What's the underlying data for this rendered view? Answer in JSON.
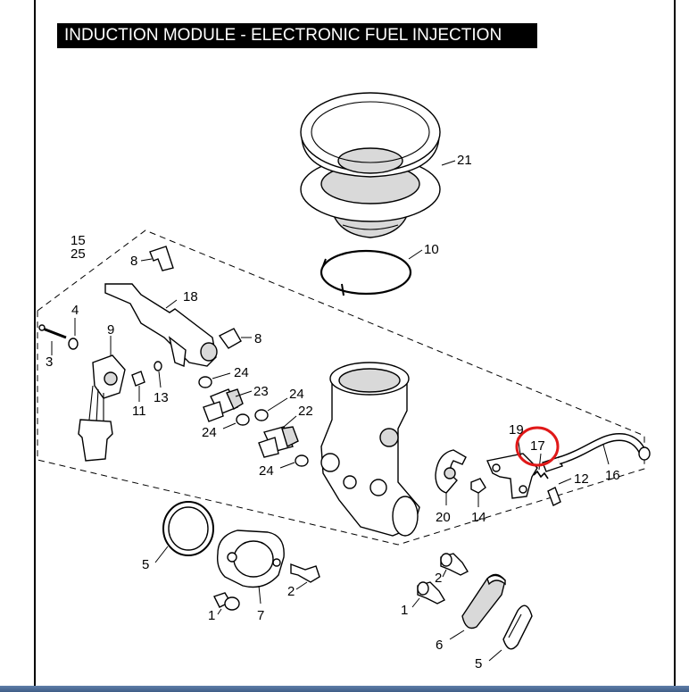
{
  "title": "INDUCTION MODULE - ELECTRONIC FUEL INJECTION",
  "callouts": {
    "c21": "21",
    "c10": "10",
    "c15": "15",
    "c25": "25",
    "c8a": "8",
    "c8b": "8",
    "c18": "18",
    "c4": "4",
    "c3": "3",
    "c9": "9",
    "c24a": "24",
    "c24b": "24",
    "c24c": "24",
    "c24d": "24",
    "c23": "23",
    "c22": "22",
    "c11": "11",
    "c13": "13",
    "c19": "19",
    "c17": "17",
    "c12": "12",
    "c16": "16",
    "c20": "20",
    "c14": "14",
    "c5a": "5",
    "c5b": "5",
    "c2a": "2",
    "c2b": "2",
    "c1a": "1",
    "c1b": "1",
    "c7": "7",
    "c6": "6"
  },
  "highlight": {
    "callout": "17",
    "color": "#e01818"
  },
  "colors": {
    "title_bg": "#000000",
    "title_fg": "#ffffff",
    "bottom_bar": "#4a6a94"
  }
}
